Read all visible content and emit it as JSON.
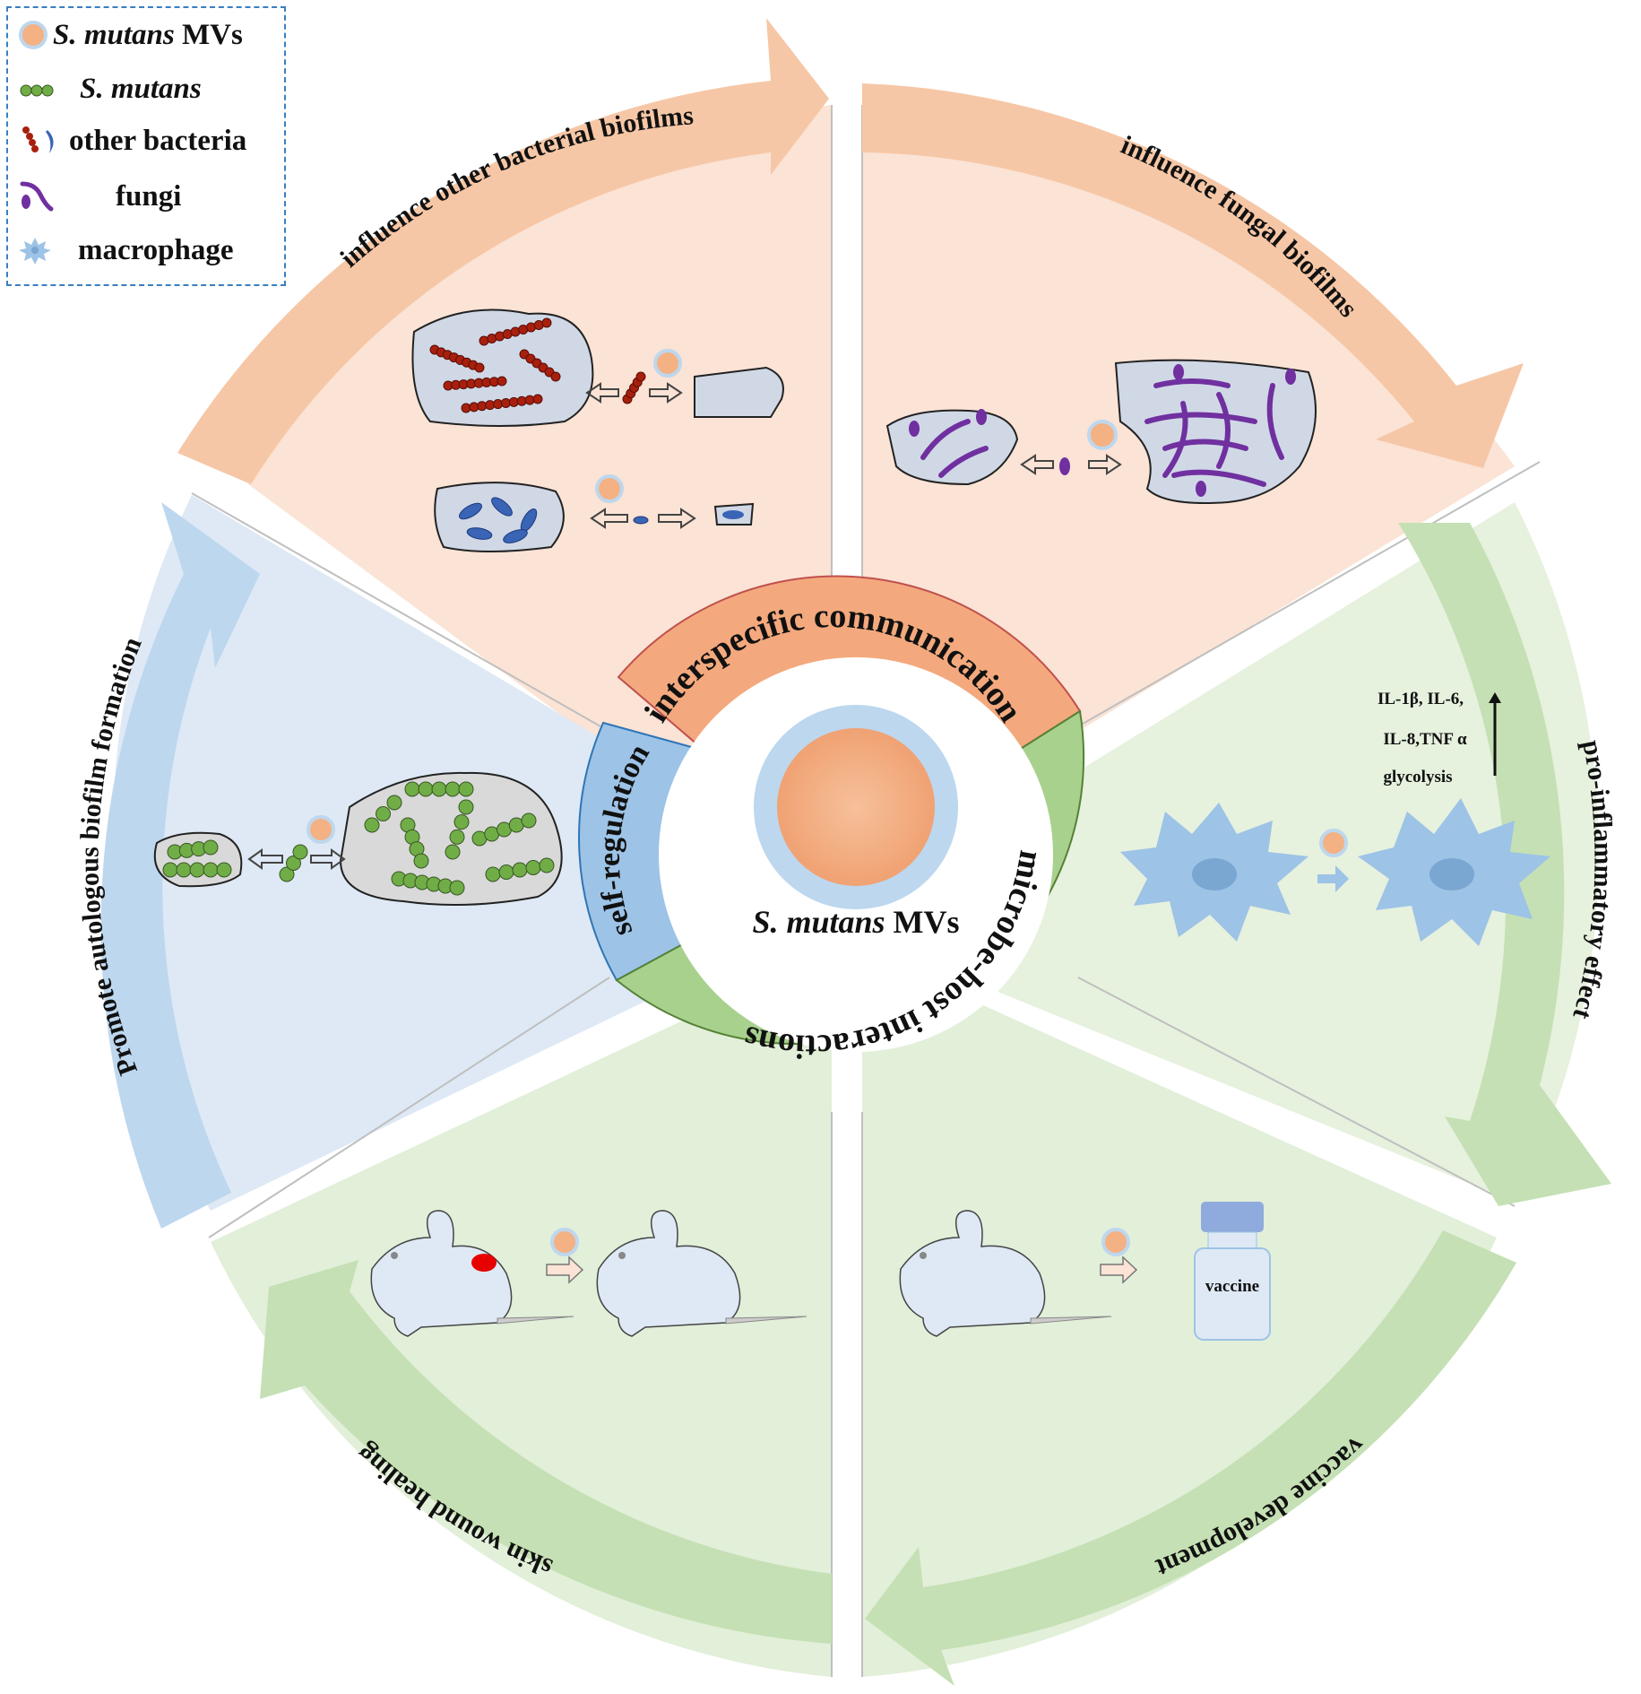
{
  "legend": {
    "mvs_italic": "S. mutans",
    "mvs_suffix": " MVs",
    "s_mutans": "S. mutans",
    "other_bacteria": "other bacteria",
    "fungi": "fungi",
    "macrophage": "macrophage"
  },
  "center": {
    "label_italic": "S. mutans",
    "label_suffix": " MVs"
  },
  "rings": {
    "interspecific": "interspecific communication",
    "self_regulation": "self-regulation",
    "microbe_host": "microbe-host interactions"
  },
  "outer_labels": {
    "bacterial_biofilms": "influence other bacterial biofilms",
    "fungal_biofilms": "influence fungal biofilms",
    "pro_inflammatory": "pro-inflammatory effect",
    "vaccine": "vaccine development",
    "wound": "skin wound healing",
    "autologous": "Promote autologous biofilm formation"
  },
  "cytokines": {
    "line1": "IL-1β, IL-6,",
    "line2": "IL-8,TNF α",
    "line3": "glycolysis"
  },
  "vaccine_bottle_label": "vaccine",
  "colors": {
    "orange_arrow": "#f6c7a6",
    "orange_sector": "#fbe3d5",
    "orange_ring": "#f3a97d",
    "green_arrow": "#c5e0b4",
    "green_sector": "#e2efd9",
    "green_ring": "#a9d18e",
    "blue_arrow": "#bdd7ee",
    "blue_sector": "#dee9f5",
    "blue_ring": "#9dc3e6",
    "mv_core": "#f4b183",
    "mv_shell": "#bdd7ee"
  }
}
